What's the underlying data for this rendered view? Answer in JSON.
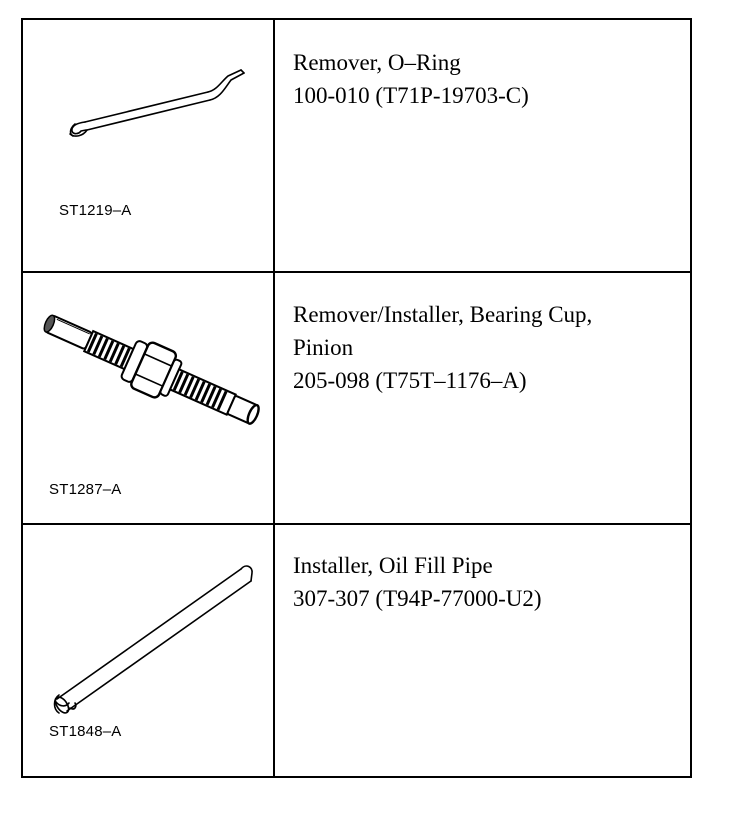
{
  "tools": [
    {
      "figure_code": "ST1219–A",
      "name_lines": [
        "Remover, O–Ring"
      ],
      "part_number": "100-010 (T71P-19703-C)",
      "icon": "o-ring-remover-hook-icon"
    },
    {
      "figure_code": "ST1287–A",
      "name_lines": [
        "Remover/Installer, Bearing Cup,",
        "Pinion"
      ],
      "part_number": "205-098 (T75T–1176–A)",
      "icon": "threaded-bolt-with-nut-icon"
    },
    {
      "figure_code": "ST1848–A",
      "name_lines": [
        "Installer, Oil Fill Pipe"
      ],
      "part_number": "307-307 (T94P-77000-U2)",
      "icon": "tube-pipe-installer-icon"
    }
  ]
}
